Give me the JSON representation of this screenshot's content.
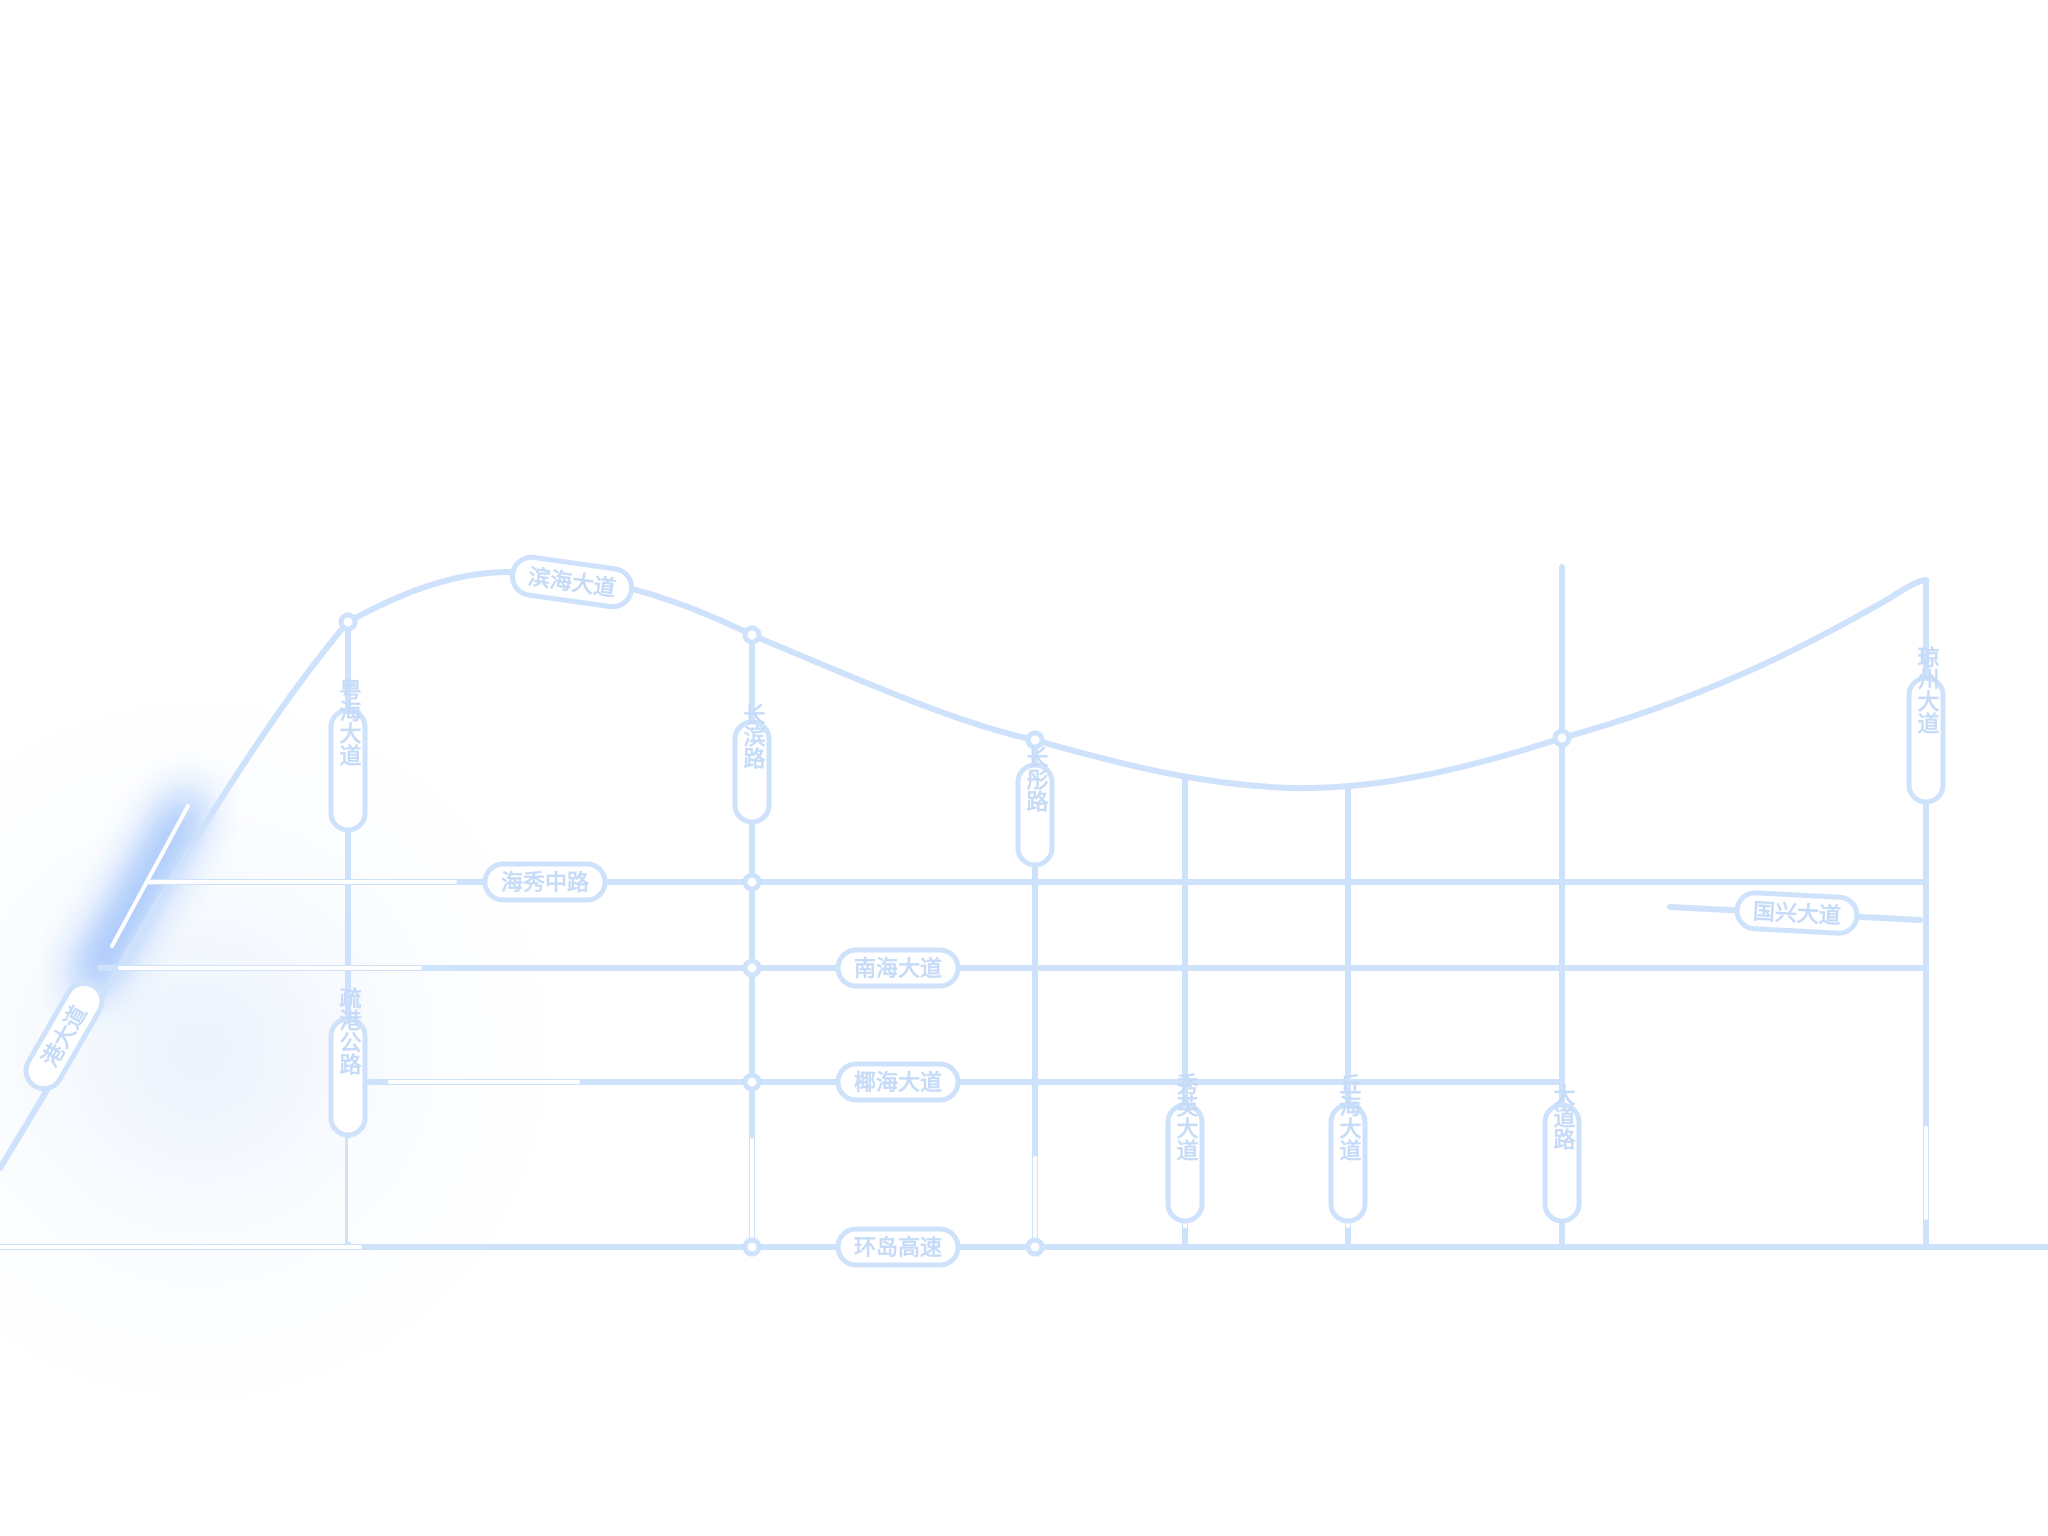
{
  "map": {
    "road_color": "#cfe2fb",
    "glow_color": "#2f7cf6",
    "labels": {
      "binhai": "滨海大道",
      "yuehai": "粤海大道",
      "changbin": "长滨路",
      "changtong": "长彤路",
      "qiongzhou": "琼州大道",
      "haixiu": "海秀中路",
      "guoxing": "国兴大道",
      "nanhai": "南海大道",
      "shugang": "疏港公路",
      "yehai": "椰海大道",
      "xiuying": "秀英大道",
      "qiuhai": "丘海大道",
      "left_diag": "港大道",
      "v1196": "大道路",
      "huandao": "环岛高速"
    }
  }
}
